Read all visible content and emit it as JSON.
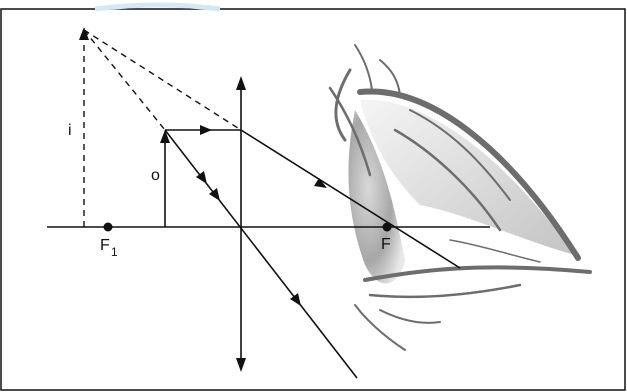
{
  "labels": {
    "image": "i",
    "object": "o",
    "focal_left": "F",
    "focal_left_sub": "1",
    "focal_right": "F"
  },
  "colors": {
    "lines": "#111111",
    "eye": "#6d6d6d",
    "border": "#111111"
  }
}
